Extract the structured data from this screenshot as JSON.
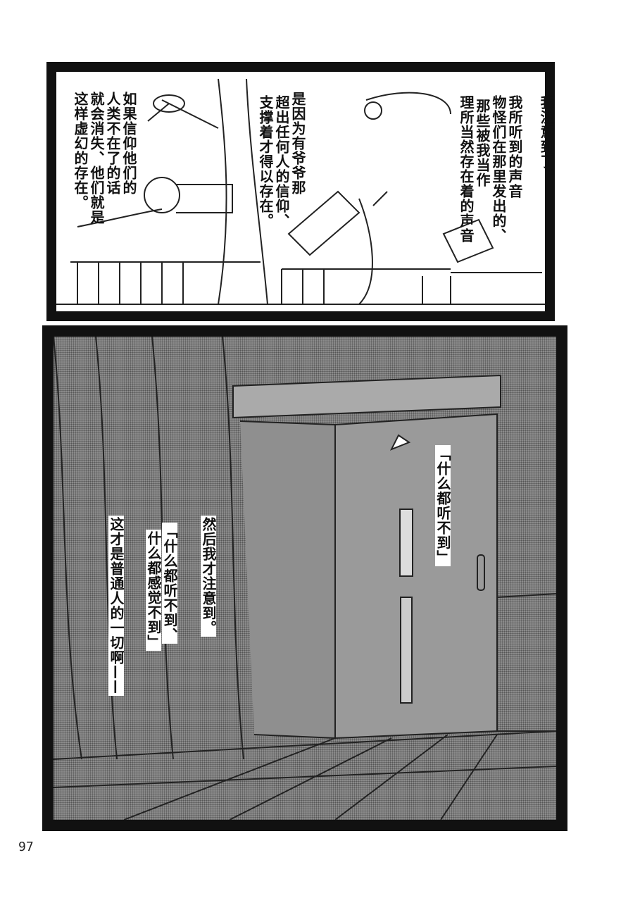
{
  "page_number": "97",
  "panel1": {
    "captions": [
      "我注意到了。",
      "我所听到的声音",
      "物怪们在那里发出的、",
      "那些被我当作",
      "理所当然存在着的声音",
      "是因为有爷爷那",
      "超出任何人的信仰、",
      "支撑着才得以存在。",
      "如果信仰他们的",
      "人类不在了的话",
      "就会消失、他们就是",
      "这样虚幻的存在。"
    ]
  },
  "panel2": {
    "bubble": "「什么都听不到」",
    "narration1": "然后我才注意到。",
    "quote_line1": "「什么都听不到、",
    "quote_line2": "什么都感觉不到」",
    "narration2": "这才是普通人的一切啊——"
  }
}
